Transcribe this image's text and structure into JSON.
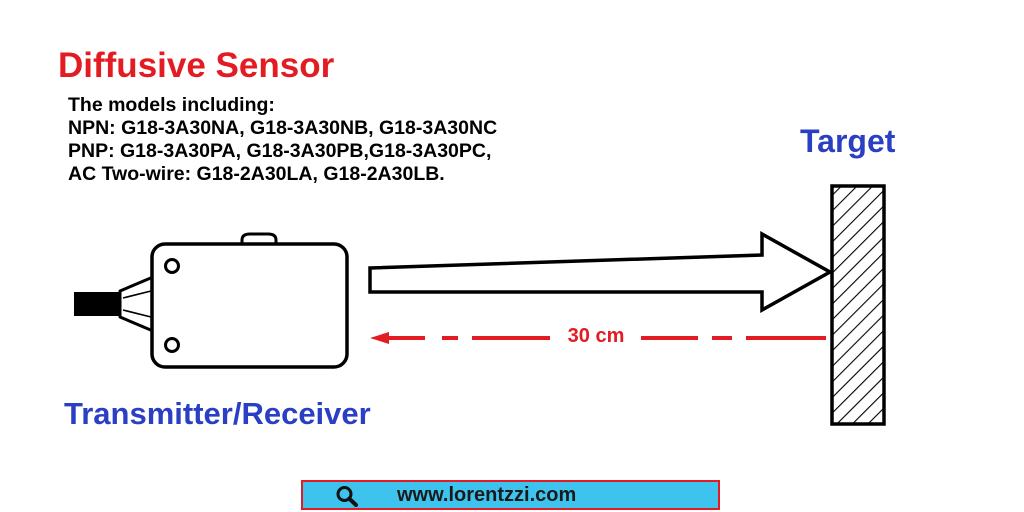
{
  "title": "Diffusive Sensor",
  "models": [
    "The models including:",
    "NPN: G18-3A30NA, G18-3A30NB, G18-3A30NC",
    "PNP: G18-3A30PA, G18-3A30PB,G18-3A30PC,",
    "AC Two-wire: G18-2A30LA, G18-2A30LB."
  ],
  "target_label": "Target",
  "transmitter_label": "Transmitter/Receiver",
  "distance_label": "30 cm",
  "footer": {
    "url": "www.lorentzzi.com",
    "icon": "search-icon"
  },
  "colors": {
    "title": "#e31b23",
    "label_blue": "#2b3fc4",
    "arrow_red": "#e31b23",
    "footer_bg": "#3ec3ee",
    "footer_border": "#e31b23"
  }
}
